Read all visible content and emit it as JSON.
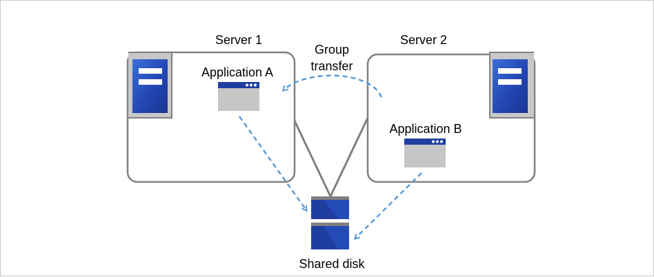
{
  "diagram": {
    "servers": [
      {
        "label": "Server 1"
      },
      {
        "label": "Server 2"
      }
    ],
    "applications": [
      {
        "label": "Application A"
      },
      {
        "label": "Application B"
      }
    ],
    "transfer": {
      "line1": "Group",
      "line2": "transfer"
    },
    "disk": {
      "label": "Shared disk"
    }
  },
  "colors": {
    "server_box_border": "#808080",
    "server_icon_bg": "#c8c8c8",
    "server_icon_blue": "#1f3ea0",
    "server_icon_blue_light": "#3a6fd8",
    "app_window_body": "#c6c6c6",
    "app_window_bar": "#1f3ea0",
    "arrow_dashed": "#5b9bd5",
    "disk_blue": "#1f3ea0",
    "disk_cap": "#808080"
  }
}
